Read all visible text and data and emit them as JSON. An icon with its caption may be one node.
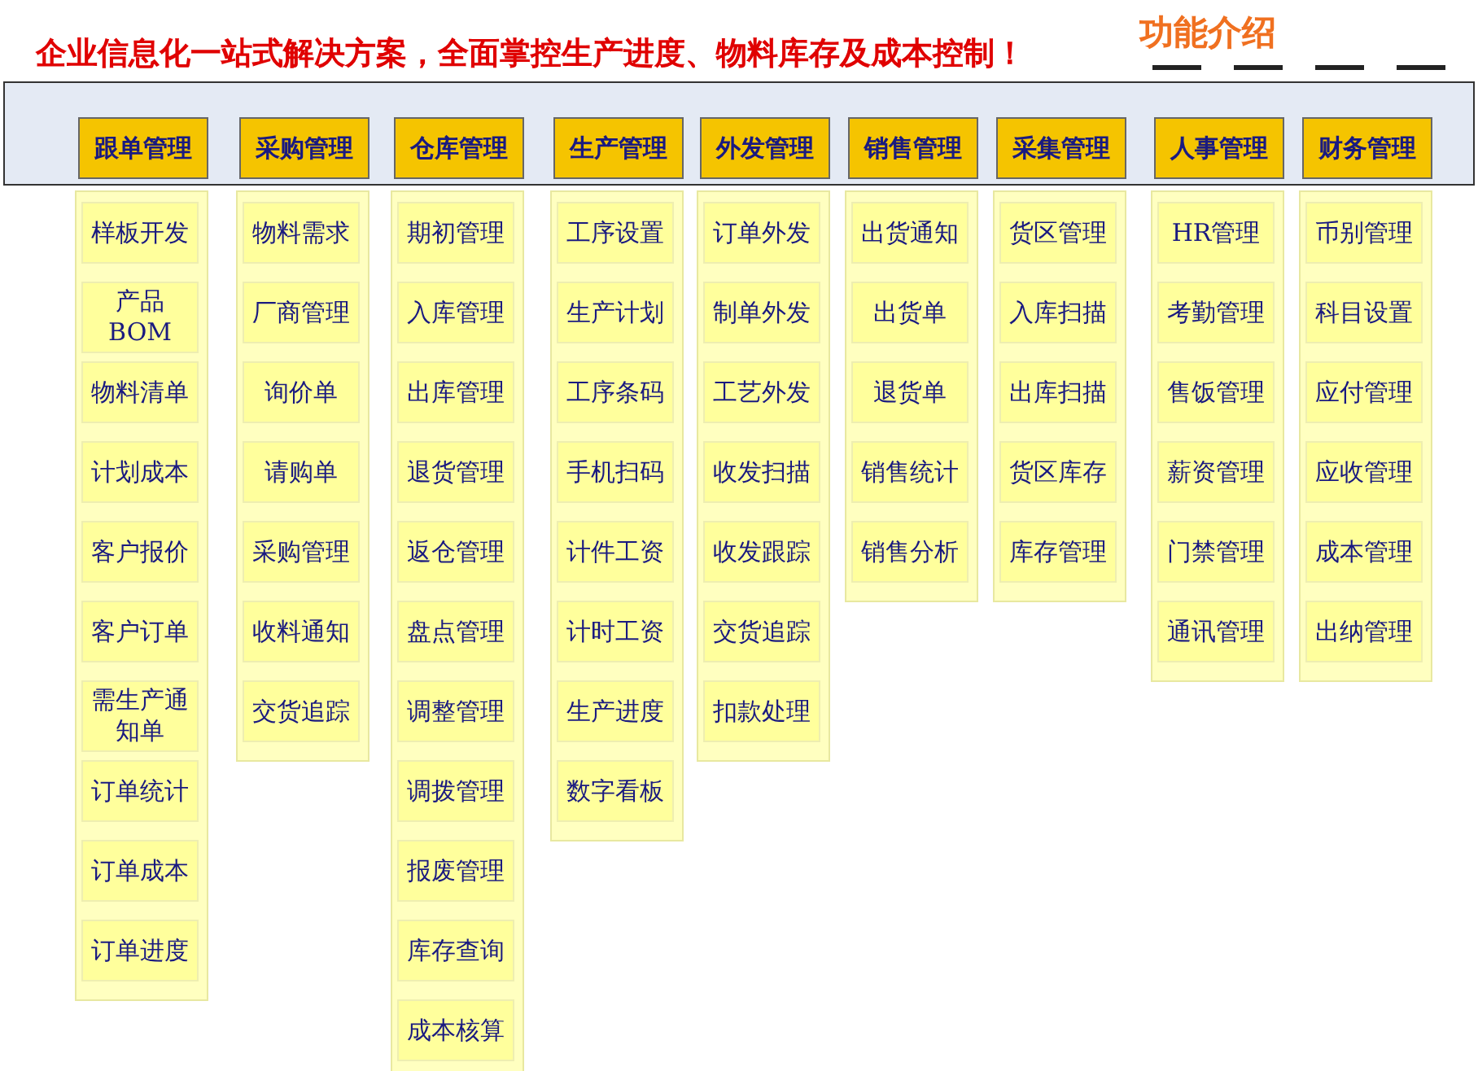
{
  "diagram": {
    "title": "企业信息化一站式解决方案，全面掌控生产进度、物料库存及成本控制！",
    "nodes": [
      {
        "text": [
          "跟单管理"
        ]
      },
      {
        "text": [
          "采购管理"
        ]
      },
      {
        "text": [
          "仓库管理"
        ]
      },
      {
        "text": [
          "生产管理"
        ]
      },
      {
        "text": [
          "外发管理"
        ]
      },
      {
        "text": [
          "销售管理"
        ]
      },
      {
        "text": [
          "采集管理"
        ]
      },
      {
        "text": [
          "人事管理"
        ]
      },
      {
        "text": [
          "财务管理"
        ]
      },
      {
        "text": [
          "样板开发"
        ]
      },
      {
        "text": [
          "产品BOM"
        ]
      },
      {
        "text": [
          "物料清单"
        ]
      },
      {
        "text": [
          "计划成本"
        ]
      },
      {
        "text": [
          "客户报价"
        ]
      },
      {
        "text": [
          "客户订单"
        ]
      },
      {
        "text": [
          "需生产通知单"
        ]
      },
      {
        "text": [
          "订单统计"
        ]
      },
      {
        "text": [
          "订单成本"
        ]
      },
      {
        "text": [
          "订单进度"
        ]
      },
      {
        "text": [
          "物料需求"
        ]
      },
      {
        "text": [
          "厂商管理"
        ]
      },
      {
        "text": [
          "询价单"
        ]
      },
      {
        "text": [
          "请购单"
        ]
      },
      {
        "text": [
          "采购管理"
        ]
      },
      {
        "text": [
          "收料通知"
        ]
      },
      {
        "text": [
          "交货追踪"
        ]
      },
      {
        "text": [
          "期初管理"
        ]
      },
      {
        "text": [
          "入库管理"
        ]
      },
      {
        "text": [
          "出库管理"
        ]
      },
      {
        "text": [
          "退货管理"
        ]
      },
      {
        "text": [
          "返仓管理"
        ]
      },
      {
        "text": [
          "盘点管理"
        ]
      },
      {
        "text": [
          "调整管理"
        ]
      },
      {
        "text": [
          "调拨管理"
        ]
      },
      {
        "text": [
          "报废管理"
        ]
      },
      {
        "text": [
          "库存查询"
        ]
      },
      {
        "text": [
          "成本核算"
        ]
      },
      {
        "text": [
          "工序设置"
        ]
      },
      {
        "text": [
          "生产计划"
        ]
      },
      {
        "text": [
          "工序条码"
        ]
      },
      {
        "text": [
          "手机扫码"
        ]
      },
      {
        "text": [
          "计件工资"
        ]
      },
      {
        "text": [
          "计时工资"
        ]
      },
      {
        "text": [
          "生产进度"
        ]
      },
      {
        "text": [
          "数字看板"
        ]
      },
      {
        "text": [
          "订单外发"
        ]
      },
      {
        "text": [
          "制单外发"
        ]
      },
      {
        "text": [
          "工艺外发"
        ]
      },
      {
        "text": [
          "收发扫描"
        ]
      },
      {
        "text": [
          "收发跟踪"
        ]
      },
      {
        "text": [
          "交货追踪"
        ]
      },
      {
        "text": [
          "扣款处理"
        ]
      },
      {
        "text": [
          "出货通知"
        ]
      },
      {
        "text": [
          "出货单"
        ]
      },
      {
        "text": [
          "退货单"
        ]
      },
      {
        "text": [
          "销售统计"
        ]
      },
      {
        "text": [
          "销售分析"
        ]
      },
      {
        "text": [
          "货区管理"
        ]
      },
      {
        "text": [
          "入库扫描"
        ]
      },
      {
        "text": [
          "出库扫描"
        ]
      },
      {
        "text": [
          "货区库存"
        ]
      },
      {
        "text": [
          "库存管理"
        ]
      },
      {
        "text": [
          "HR管理"
        ]
      },
      {
        "text": [
          "考勤管理"
        ]
      },
      {
        "text": [
          "售饭管理"
        ]
      },
      {
        "text": [
          "薪资管理"
        ]
      },
      {
        "text": [
          "门禁管理"
        ]
      },
      {
        "text": [
          "通讯管理"
        ]
      },
      {
        "text": [
          "币别管理"
        ]
      },
      {
        "text": [
          "科目设置"
        ]
      },
      {
        "text": [
          "应付管理"
        ]
      },
      {
        "text": [
          "应收管理"
        ]
      },
      {
        "text": [
          "成本管理"
        ]
      },
      {
        "text": [
          "出纳管理"
        ]
      }
    ],
    "labels": [
      "功能介绍"
    ]
  }
}
